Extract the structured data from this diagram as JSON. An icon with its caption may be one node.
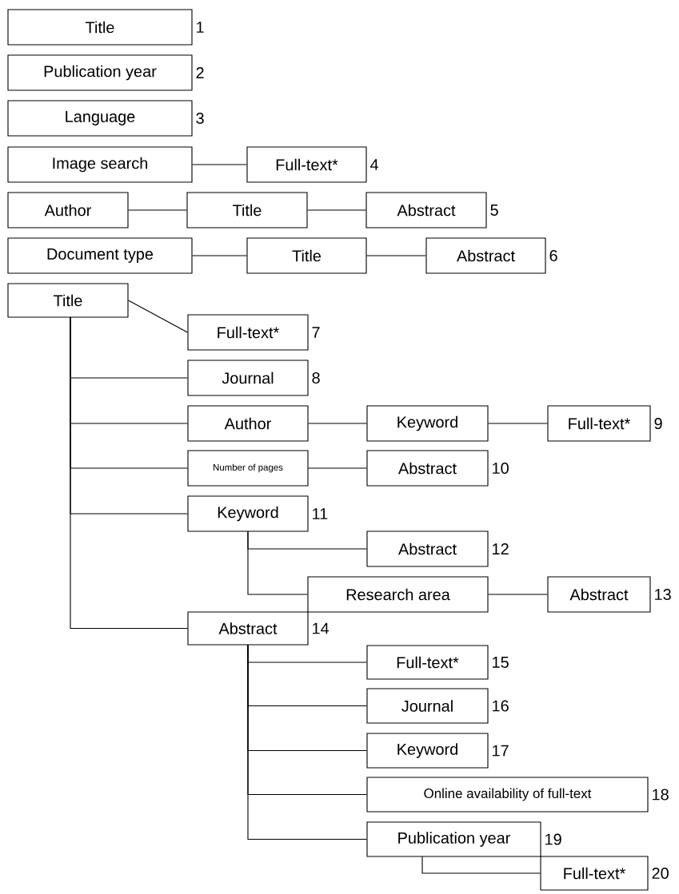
{
  "diagram": {
    "nodes": [
      {
        "text": [
          "Title"
        ],
        "beside": [
          "1"
        ]
      },
      {
        "text": [
          "Publication year"
        ],
        "beside": [
          "2"
        ]
      },
      {
        "text": [
          "Language"
        ],
        "beside": [
          "3"
        ]
      },
      {
        "text": [
          "Image search"
        ]
      },
      {
        "text": [
          "Full-text*"
        ],
        "beside": [
          "4"
        ]
      },
      {
        "text": [
          "Author"
        ]
      },
      {
        "text": [
          "Title"
        ]
      },
      {
        "text": [
          "Abstract"
        ],
        "beside": [
          "5"
        ]
      },
      {
        "text": [
          "Document type"
        ]
      },
      {
        "text": [
          "Title"
        ]
      },
      {
        "text": [
          "Abstract"
        ],
        "beside": [
          "6"
        ]
      },
      {
        "text": [
          "Title"
        ]
      },
      {
        "text": [
          "Full-text*"
        ],
        "beside": [
          "7"
        ]
      },
      {
        "text": [
          "Journal"
        ],
        "beside": [
          "8"
        ]
      },
      {
        "text": [
          "Author"
        ]
      },
      {
        "text": [
          "Keyword"
        ]
      },
      {
        "text": [
          "Full-text*"
        ],
        "beside": [
          "9"
        ]
      },
      {
        "text": [
          "Number of pages"
        ]
      },
      {
        "text": [
          "Abstract"
        ],
        "beside": [
          "10"
        ]
      },
      {
        "text": [
          "Keyword"
        ],
        "beside": [
          "11"
        ]
      },
      {
        "text": [
          "Abstract"
        ],
        "beside": [
          "12"
        ]
      },
      {
        "text": [
          "Research area"
        ]
      },
      {
        "text": [
          "Abstract"
        ],
        "beside": [
          "13"
        ]
      },
      {
        "text": [
          "Abstract"
        ],
        "beside": [
          "14"
        ]
      },
      {
        "text": [
          "Full-text*"
        ],
        "beside": [
          "15"
        ]
      },
      {
        "text": [
          "Journal"
        ],
        "beside": [
          "16"
        ]
      },
      {
        "text": [
          "Keyword"
        ],
        "beside": [
          "17"
        ]
      },
      {
        "text": [
          "Online availability of full-text"
        ],
        "beside": [
          "18"
        ]
      },
      {
        "text": [
          "Publication year"
        ],
        "beside": [
          "19"
        ]
      },
      {
        "text": [
          "Full-text*"
        ],
        "beside": [
          "20"
        ]
      }
    ],
    "edges": [
      {
        "from": 3,
        "to": 4,
        "arrow": "none"
      },
      {
        "from": 5,
        "to": 6,
        "arrow": "none"
      },
      {
        "from": 6,
        "to": 7,
        "arrow": "none"
      },
      {
        "from": 8,
        "to": 9,
        "arrow": "none"
      },
      {
        "from": 9,
        "to": 10,
        "arrow": "none"
      },
      {
        "from": 11,
        "to": 12,
        "arrow": "none"
      },
      {
        "from": 11,
        "to": 13,
        "arrow": "none"
      },
      {
        "from": 11,
        "to": 14,
        "arrow": "none"
      },
      {
        "from": 11,
        "to": 17,
        "arrow": "none"
      },
      {
        "from": 11,
        "to": 19,
        "arrow": "none"
      },
      {
        "from": 11,
        "to": 23,
        "arrow": "none"
      },
      {
        "from": 14,
        "to": 15,
        "arrow": "none"
      },
      {
        "from": 15,
        "to": 16,
        "arrow": "none"
      },
      {
        "from": 17,
        "to": 18,
        "arrow": "none"
      },
      {
        "from": 19,
        "to": 20,
        "arrow": "none"
      },
      {
        "from": 19,
        "to": 21,
        "arrow": "none"
      },
      {
        "from": 21,
        "to": 22,
        "arrow": "none"
      },
      {
        "from": 23,
        "to": 24,
        "arrow": "none"
      },
      {
        "from": 23,
        "to": 25,
        "arrow": "none"
      },
      {
        "from": 23,
        "to": 26,
        "arrow": "none"
      },
      {
        "from": 23,
        "to": 27,
        "arrow": "none"
      },
      {
        "from": 23,
        "to": 28,
        "arrow": "none"
      },
      {
        "from": 28,
        "to": 29,
        "arrow": "none"
      }
    ]
  }
}
